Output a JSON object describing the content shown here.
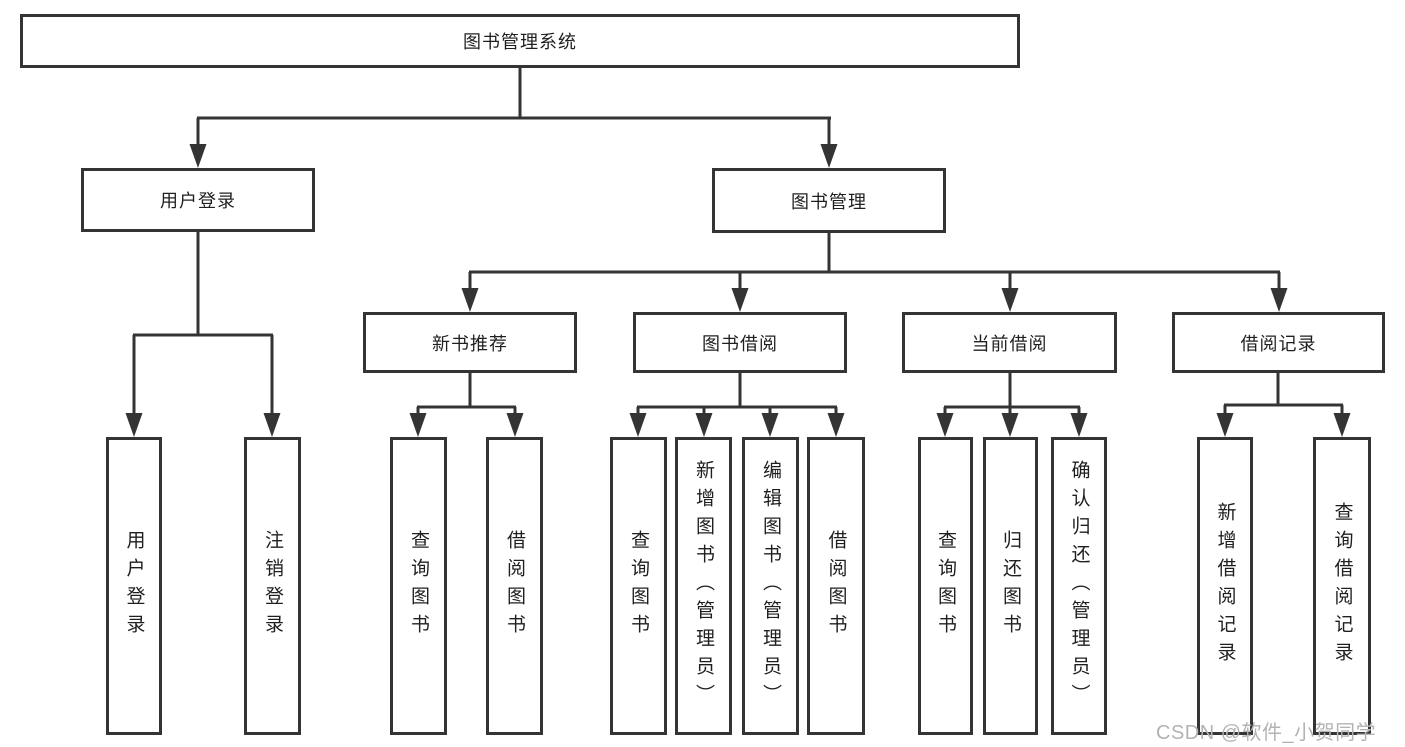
{
  "diagram": {
    "root": "图书管理系统",
    "level2": [
      "用户登录",
      "图书管理"
    ],
    "level3": [
      "新书推荐",
      "图书借阅",
      "当前借阅",
      "借阅记录"
    ],
    "leaves": {
      "login": [
        "用户登录",
        "注销登录"
      ],
      "newbook": [
        "查询图书",
        "借阅图书"
      ],
      "borrow": [
        "查询图书",
        "新增图书（管理员）",
        "编辑图书（管理员）",
        "借阅图书"
      ],
      "current": [
        "查询图书",
        "归还图书",
        "确认归还（管理员）"
      ],
      "record": [
        "新增借阅记录",
        "查询借阅记录"
      ]
    },
    "colors": {
      "line": "#343434",
      "text": "#1f1f1f",
      "background": "#ffffff",
      "watermark": "#b3b3b3"
    },
    "watermark": "CSDN @软件_小贺同学"
  }
}
